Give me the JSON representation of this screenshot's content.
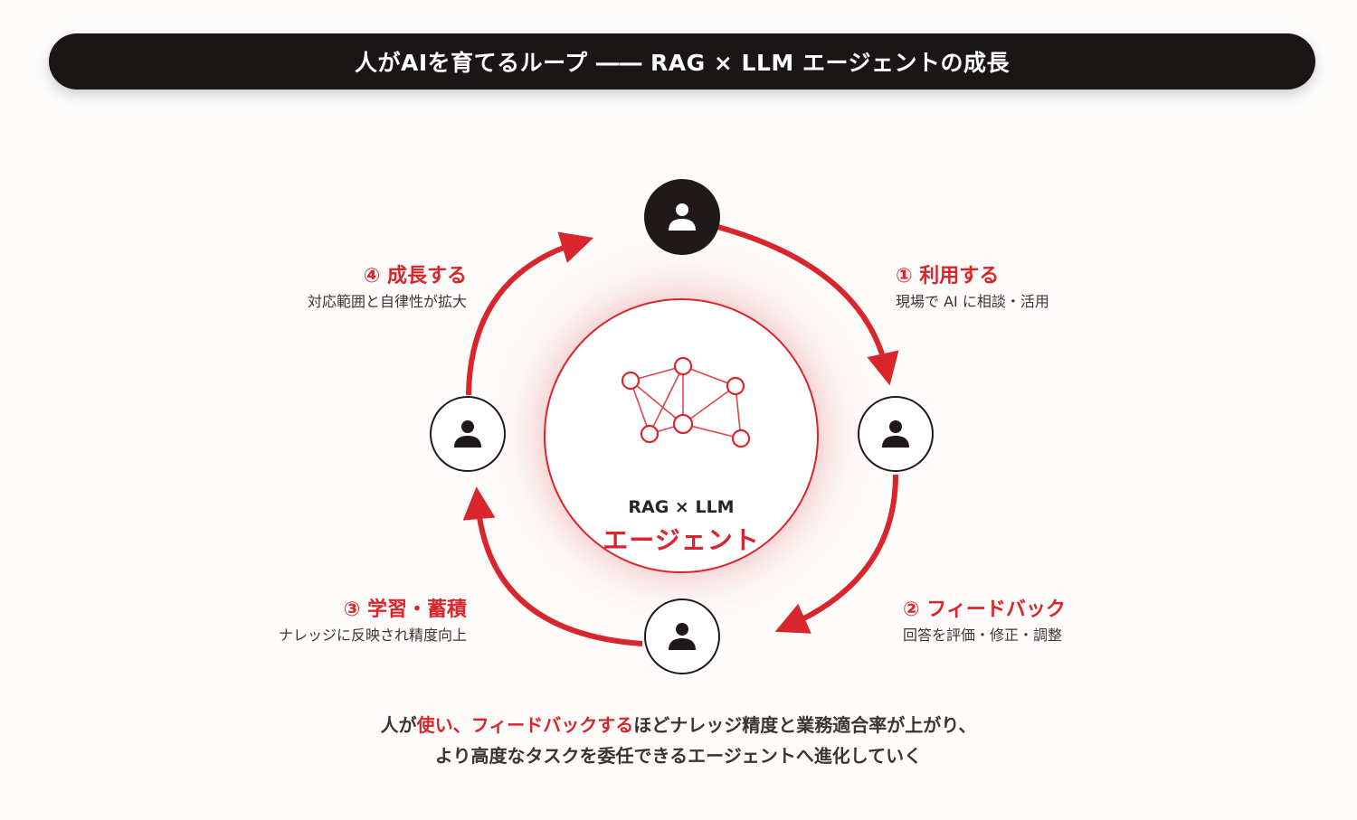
{
  "title": "人がAIを育てるループ ―― RAG × LLM エージェントの成長",
  "center": {
    "line1": "RAG × LLM",
    "line2": "エージェント",
    "icon": "network-graph-icon"
  },
  "nodes": [
    {
      "name": "top",
      "icon": "person-icon"
    },
    {
      "name": "right",
      "icon": "person-icon"
    },
    {
      "name": "bottom",
      "icon": "person-icon"
    },
    {
      "name": "left",
      "icon": "person-icon"
    }
  ],
  "steps": [
    {
      "title": "① 利用する",
      "desc": "現場で AI に相談・活用"
    },
    {
      "title": "② フィードバック",
      "desc": "回答を評価・修正・調整"
    },
    {
      "title": "③ 学習・蓄積",
      "desc": "ナレッジに反映され精度向上"
    },
    {
      "title": "④ 成長する",
      "desc": "対応範囲と自律性が拡大"
    }
  ],
  "footer": {
    "line1": {
      "a": "人が",
      "b": "使い、フィードバックする",
      "c": "ほどナレッジ精度と業務適合率が上がり、"
    },
    "line2": "より高度なタスクを委任できるエージェントへ進化していく"
  },
  "colors": {
    "accent": "#d8262c",
    "dark": "#1a1615",
    "text": "#3a3433"
  }
}
